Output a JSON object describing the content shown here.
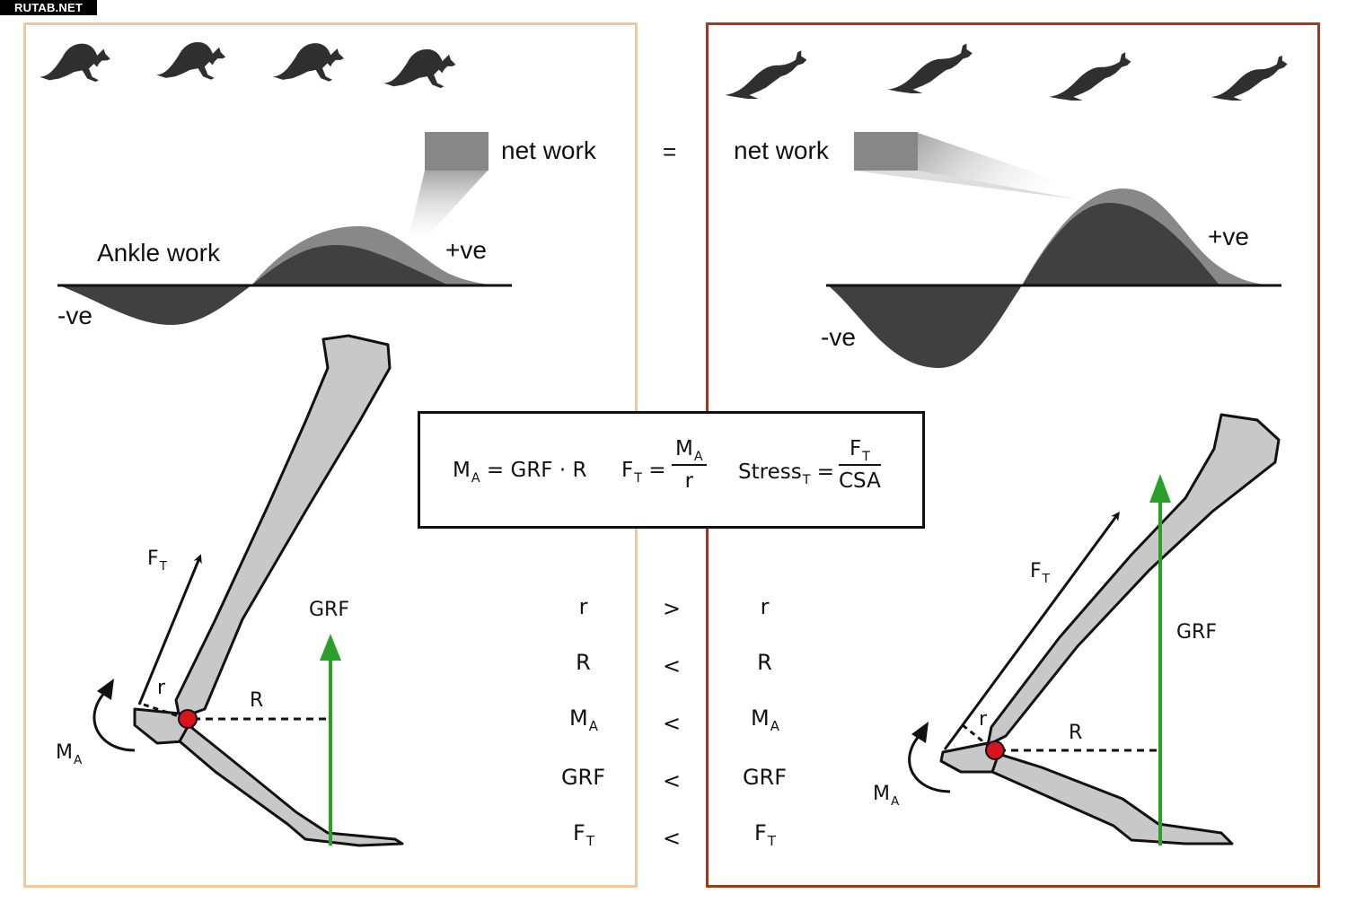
{
  "watermark": "RUTAB.NET",
  "colors": {
    "left_panel_border": "#f2c79c",
    "right_panel_border": "#9b3d1c",
    "work_dark": "#404040",
    "work_light": "#888888",
    "bone_fill": "#c8c8c8",
    "grf_arrow": "#2aa02a",
    "joint_marker": "#d9141c",
    "silhouette": "#2f2f2f"
  },
  "left_panel": {
    "silhouette_count": 4,
    "net_work_label": "net work",
    "ankle_work_label": "Ankle work",
    "positive_label": "+ve",
    "negative_label": "-ve",
    "ft_label": "F",
    "ft_sub": "T",
    "grf_label": "GRF",
    "r_label": "r",
    "R_label": "R",
    "ma_label": "M",
    "ma_sub": "A"
  },
  "right_panel": {
    "silhouette_count": 4,
    "net_work_label": "net work",
    "positive_label": "+ve",
    "negative_label": "-ve",
    "ft_label": "F",
    "ft_sub": "T",
    "grf_label": "GRF",
    "r_label": "r",
    "R_label": "R",
    "ma_label": "M",
    "ma_sub": "A"
  },
  "equals_sign": "=",
  "equations": {
    "moment": {
      "lhs": "M",
      "lhs_sub": "A",
      "rhs": "= GRF · R"
    },
    "tendon_force": {
      "lhs": "F",
      "lhs_sub": "T",
      "eq": "=",
      "num": "M",
      "num_sub": "A",
      "den": "r"
    },
    "stress": {
      "lhs": "Stress",
      "lhs_sub": "T",
      "eq": "=",
      "num": "F",
      "num_sub": "T",
      "den": "CSA"
    }
  },
  "comparisons": [
    {
      "left": "r",
      "left_sub": "",
      "op": ">",
      "right": "r",
      "right_sub": ""
    },
    {
      "left": "R",
      "left_sub": "",
      "op": "<",
      "right": "R",
      "right_sub": ""
    },
    {
      "left": "M",
      "left_sub": "A",
      "op": "<",
      "right": "M",
      "right_sub": "A"
    },
    {
      "left": "GRF",
      "left_sub": "",
      "op": "<",
      "right": "GRF",
      "right_sub": ""
    },
    {
      "left": "F",
      "left_sub": "T",
      "op": "<",
      "right": "F",
      "right_sub": "T"
    }
  ]
}
